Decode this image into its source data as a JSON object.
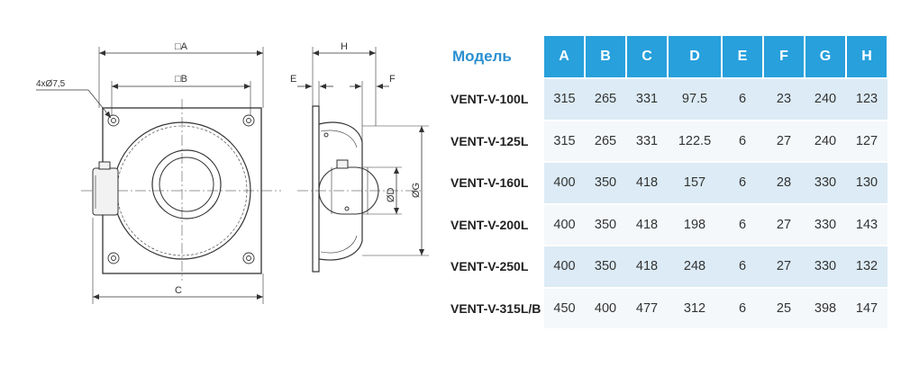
{
  "drawing": {
    "front_view": {
      "dim_A": "□A",
      "dim_B": "□B",
      "dim_C": "C",
      "holes": "4xØ7,5"
    },
    "side_view": {
      "dim_H": "H",
      "dim_E": "E",
      "dim_F": "F",
      "dim_D": "ØD",
      "dim_G": "ØG"
    }
  },
  "table": {
    "model_header": "Модель",
    "columns": [
      "A",
      "B",
      "C",
      "D",
      "E",
      "F",
      "G",
      "H"
    ],
    "rows": [
      {
        "model": "VENT-V-100L",
        "values": [
          "315",
          "265",
          "331",
          "97.5",
          "6",
          "23",
          "240",
          "123"
        ]
      },
      {
        "model": "VENT-V-125L",
        "values": [
          "315",
          "265",
          "331",
          "122.5",
          "6",
          "27",
          "240",
          "127"
        ]
      },
      {
        "model": "VENT-V-160L",
        "values": [
          "400",
          "350",
          "418",
          "157",
          "6",
          "28",
          "330",
          "130"
        ]
      },
      {
        "model": "VENT-V-200L",
        "values": [
          "400",
          "350",
          "418",
          "198",
          "6",
          "27",
          "330",
          "143"
        ]
      },
      {
        "model": "VENT-V-250L",
        "values": [
          "400",
          "350",
          "418",
          "248",
          "6",
          "27",
          "330",
          "132"
        ]
      },
      {
        "model": "VENT-V-315L/B",
        "values": [
          "450",
          "400",
          "477",
          "312",
          "6",
          "25",
          "398",
          "147"
        ]
      }
    ]
  },
  "colors": {
    "header_bg": "#27a0dc",
    "model_header_text": "#2a8fd0",
    "row_odd": "#dcebf5",
    "row_even": "#f4f8fb"
  }
}
